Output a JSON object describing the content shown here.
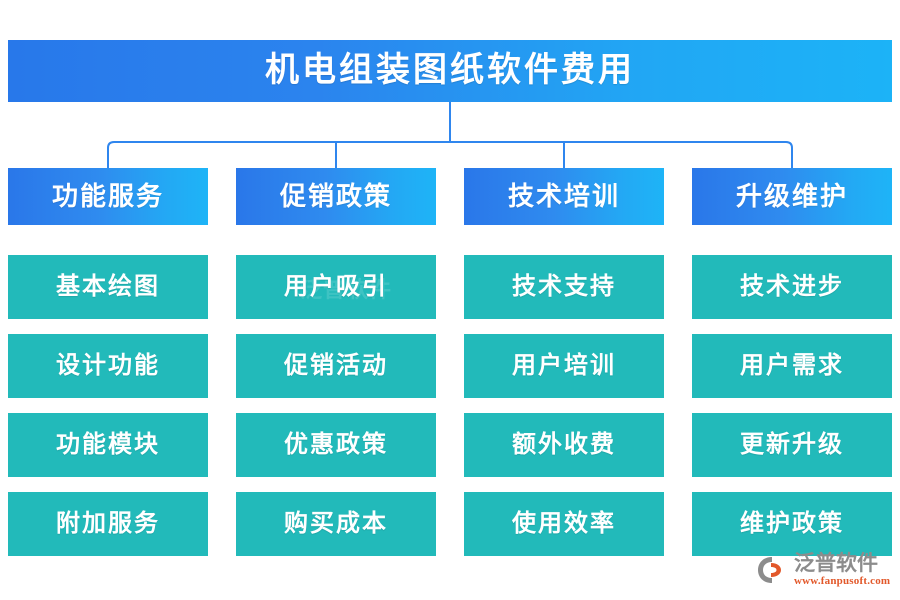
{
  "title": {
    "text": "机电组装图纸软件费用"
  },
  "colors": {
    "title_gradient_start": "#2878ea",
    "title_gradient_end": "#1cb3f7",
    "category_gradient_start": "#2a77e9",
    "category_gradient_end": "#1eb4f7",
    "item_fill": "#22baba",
    "connector_line": "#2f86ee",
    "text_on_fill": "#ffffff",
    "logo_name": "#8c8c8c",
    "logo_url": "#e2582a",
    "background": "#ffffff"
  },
  "connector": {
    "style": "bracket",
    "branch_count": 4
  },
  "columns": [
    {
      "category": "功能服务",
      "items": [
        "基本绘图",
        "设计功能",
        "功能模块",
        "附加服务"
      ]
    },
    {
      "category": "促销政策",
      "items": [
        "用户吸引",
        "促销活动",
        "优惠政策",
        "购买成本"
      ]
    },
    {
      "category": "技术培训",
      "items": [
        "技术支持",
        "用户培训",
        "额外收费",
        "使用效率"
      ]
    },
    {
      "category": "升级维护",
      "items": [
        "技术进步",
        "用户需求",
        "更新升级",
        "维护政策"
      ]
    }
  ],
  "watermark": {
    "ghost_text": "泛普软件"
  },
  "logo": {
    "name": "泛普软件",
    "url": "www.fanpusoft.com"
  }
}
